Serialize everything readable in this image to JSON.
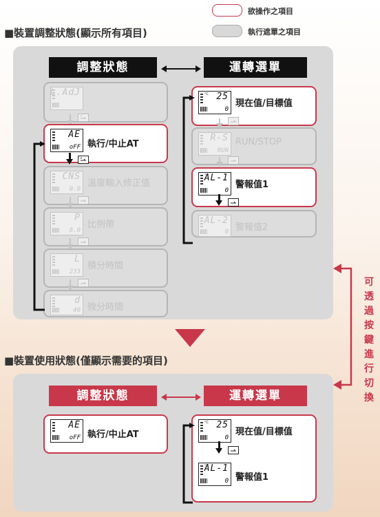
{
  "legend": {
    "operable": "欲操作之項目",
    "masked": "執行遮單之項目"
  },
  "top_section": {
    "title": "■裝置調整狀態(顯示所有項目)",
    "adjust_header": "調整狀態",
    "run_header": "運轉選單",
    "adjust_items": [
      {
        "pv": "L.AdJ",
        "sv": "",
        "label": "",
        "active": false
      },
      {
        "pv": "AE",
        "sv": "oFF",
        "label": "執行/中止AT",
        "active": true
      },
      {
        "pv": "CNS",
        "sv": "0.0",
        "label": "溫度輸入修正值",
        "active": false
      },
      {
        "pv": "P",
        "sv": "8.0",
        "label": "比例帶",
        "active": false
      },
      {
        "pv": "L",
        "sv": "233",
        "label": "積分時間",
        "active": false
      },
      {
        "pv": "d",
        "sv": "40",
        "label": "微分時間",
        "active": false
      }
    ],
    "run_items": [
      {
        "pv": "25",
        "sv": "0",
        "label": "現在值/目標值",
        "active": true
      },
      {
        "pv": "R-S",
        "sv": "RUN",
        "label": "RUN/STOP",
        "active": false
      },
      {
        "pv": "AL-1",
        "sv": "0",
        "label": "警報值1",
        "active": true
      },
      {
        "pv": "AL-2",
        "sv": "0",
        "label": "警報值2",
        "active": false
      }
    ]
  },
  "side_label": "可透過按鍵進行切換",
  "bottom_section": {
    "title": "■裝置使用狀態(僅顯示需要的項目)",
    "adjust_header": "調整狀態",
    "run_header": "運轉選單",
    "adjust_items": [
      {
        "pv": "AE",
        "sv": "oFF",
        "label": "執行/中止AT",
        "active": true
      }
    ],
    "run_items": [
      {
        "pv": "25",
        "sv": "0",
        "label": "現在值/目標值",
        "active": true
      },
      {
        "pv": "AL-1",
        "sv": "0",
        "label": "警報值1",
        "active": true
      }
    ]
  },
  "colors": {
    "accent_red": "#c8384a",
    "panel_gray": "#d9d9d9",
    "header_black": "#111111"
  }
}
